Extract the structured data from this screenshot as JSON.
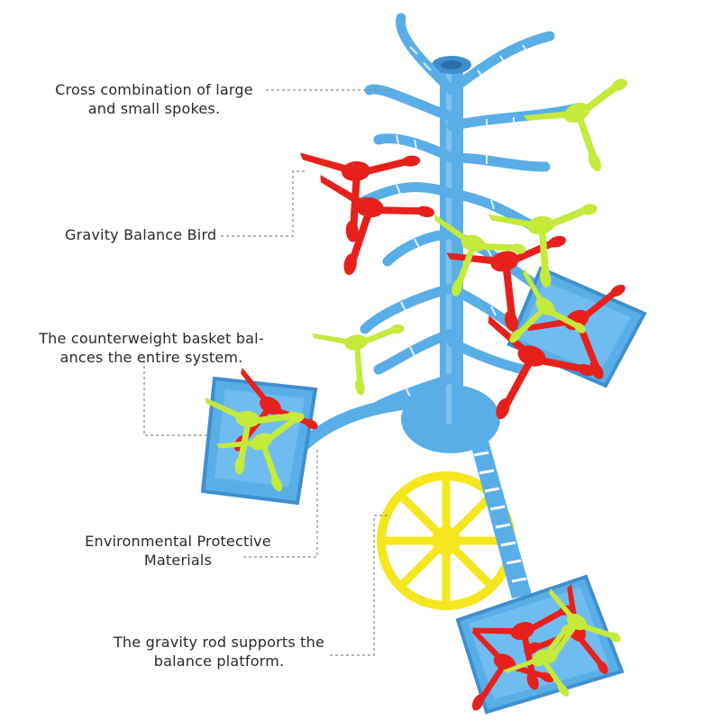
{
  "callouts": [
    {
      "lines": [
        "Cross combination of large",
        "and small spokes."
      ]
    },
    {
      "lines": [
        "Gravity Balance Bird"
      ]
    },
    {
      "lines": [
        "The counterweight basket bal-",
        "ances the entire system."
      ]
    },
    {
      "lines": [
        "Environmental Protective",
        "Materials"
      ]
    },
    {
      "lines": [
        "The gravity rod supports the",
        "balance platform."
      ]
    }
  ],
  "colors": {
    "tree_blue": "#5aaee8",
    "tree_blue_dark": "#3f8fcf",
    "bird_red": "#e8201c",
    "bird_green": "#c4ea3c",
    "wheel_yellow": "#f5e61e",
    "leader_line": "#8a8a8a",
    "text": "#2a2a2a"
  }
}
